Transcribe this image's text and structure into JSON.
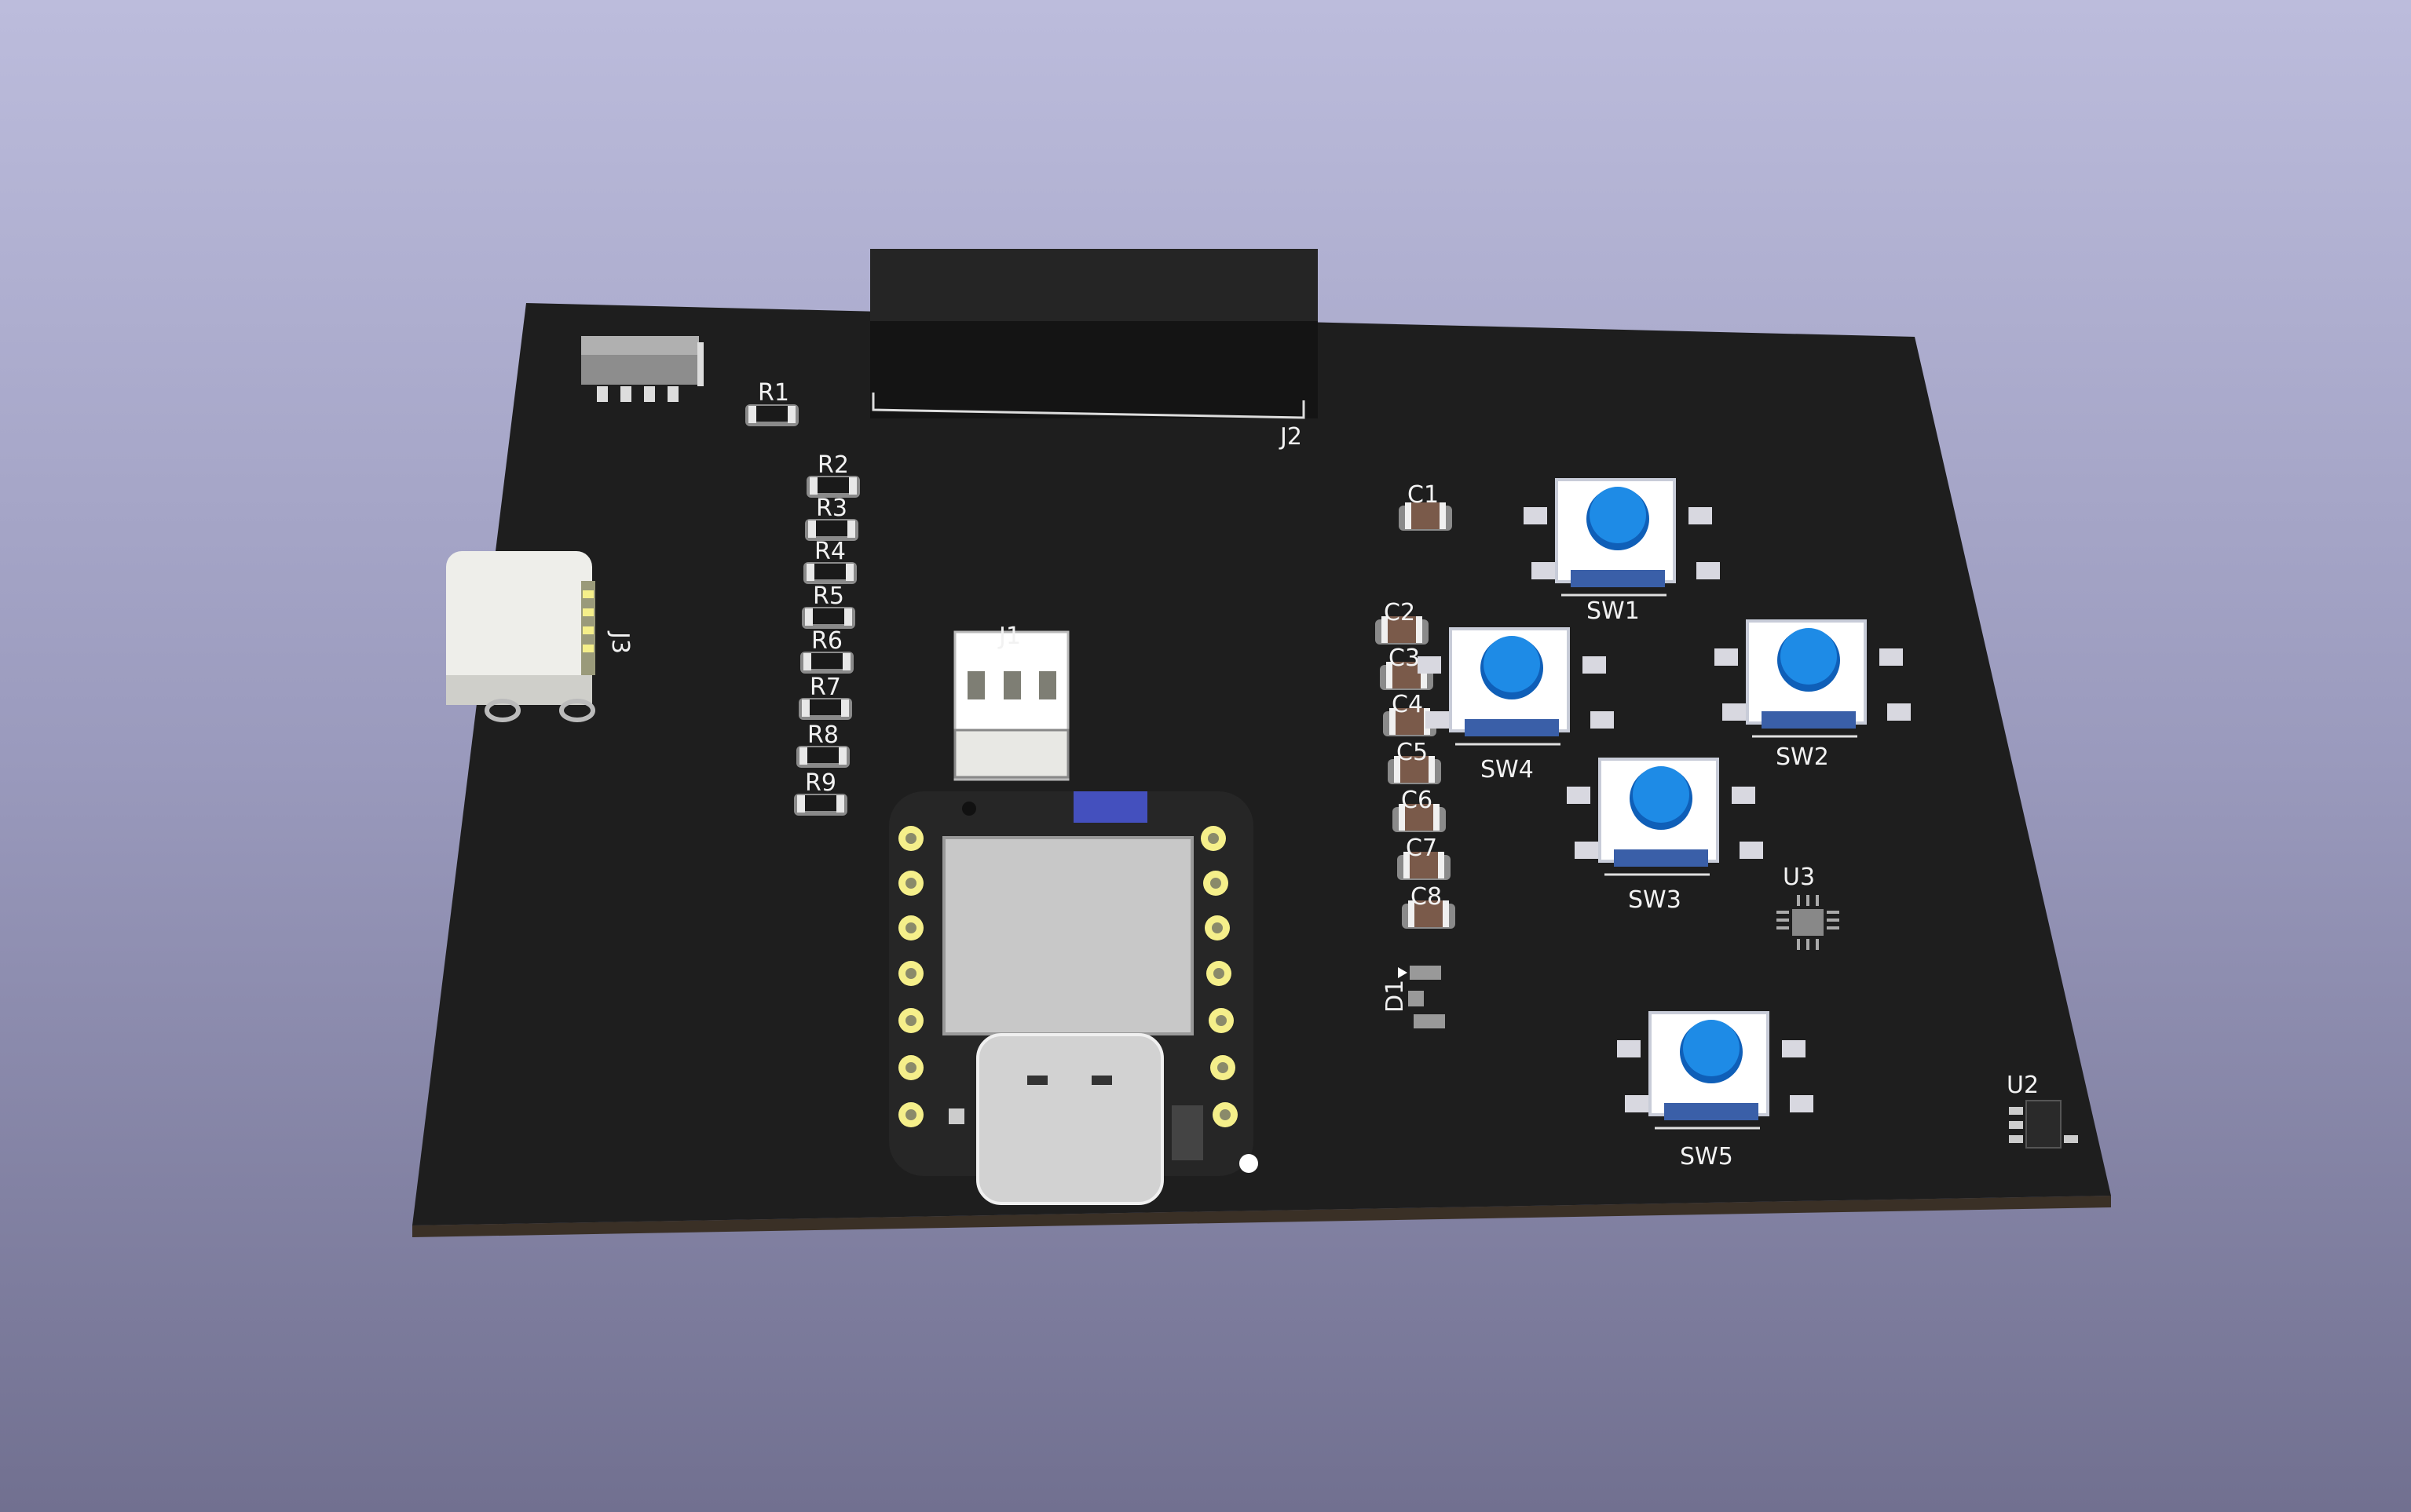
{
  "colors": {
    "board": "#1e1e1e",
    "button": "#1e8be6",
    "pad_gold": "#f5ef8a",
    "capacitor": "#7a5a4a",
    "module_blue": "#4450be",
    "background_top": "#bcbcdc",
    "background_bottom": "#717090"
  },
  "labels": {
    "J1": "J1",
    "J2": "J2",
    "J3": "J3",
    "R1": "R1",
    "R2": "R2",
    "R3": "R3",
    "R4": "R4",
    "R5": "R5",
    "R6": "R6",
    "R7": "R7",
    "R8": "R8",
    "R9": "R9",
    "C1": "C1",
    "C2": "C2",
    "C3": "C3",
    "C4": "C4",
    "C5": "C5",
    "C6": "C6",
    "C7": "C7",
    "C8": "C8",
    "D1": "D1",
    "U2": "U2",
    "U3": "U3",
    "SW1": "SW1",
    "SW2": "SW2",
    "SW3": "SW3",
    "SW4": "SW4",
    "SW5": "SW5"
  }
}
